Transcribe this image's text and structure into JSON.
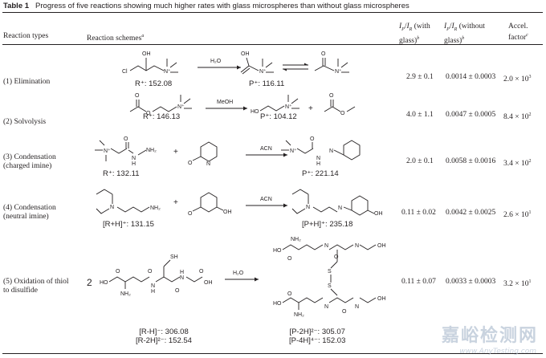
{
  "caption": {
    "label": "Table 1",
    "text": "Progress of five reactions showing much higher rates with glass microspheres than without glass microspheres"
  },
  "headers": {
    "type": "Reaction types",
    "schemes": "Reaction schemes",
    "schemes_sup": "a",
    "with_glass_1": "I",
    "with_glass_p": "P",
    "with_glass_r": "R",
    "with_glass_2": " (with",
    "with_glass_3": "glass)",
    "with_glass_sup": "b",
    "without_glass_2": " (without",
    "without_glass_3": "glass)",
    "without_glass_sup": "b",
    "accel_1": "Accel.",
    "accel_2": "factor",
    "accel_sup": "c"
  },
  "rows": [
    {
      "type_1": "(1) Elimination",
      "type_2": "",
      "reactant_label": "R⁺: 152.08",
      "product_label": "P⁺: 116.11",
      "reagent": "H₂O",
      "with_glass": "2.9 ± 0.1",
      "without_glass": "0.0014 ± 0.0003",
      "accel_base": "2.0 × 10",
      "accel_exp": "3"
    },
    {
      "type_1": "(2) Solvolysis",
      "type_2": "",
      "reactant_label": "R⁺: 146.13",
      "product_label": "P⁺: 104.12",
      "reagent": "MeOH",
      "with_glass": "4.0 ± 1.1",
      "without_glass": "0.0047 ± 0.0005",
      "accel_base": "8.4 × 10",
      "accel_exp": "2"
    },
    {
      "type_1": "(3) Condensation",
      "type_2": "(charged imine)",
      "reactant_label": "R⁺: 132.11",
      "product_label": "P⁺: 221.14",
      "reagent": "ACN",
      "with_glass": "2.0 ± 0.1",
      "without_glass": "0.0058 ± 0.0016",
      "accel_base": "3.4 × 10",
      "accel_exp": "2"
    },
    {
      "type_1": "(4) Condensation",
      "type_2": "(neutral imine)",
      "reactant_label": "[R+H]⁺: 131.15",
      "product_label": "[P+H]⁺: 235.18",
      "reagent": "ACN",
      "with_glass": "0.11 ± 0.02",
      "without_glass": "0.0042 ± 0.0025",
      "accel_base": "2.6 × 10",
      "accel_exp": "1"
    },
    {
      "type_1": "(5) Oxidation of thiol",
      "type_2": "to disulfide",
      "reactant_label": "[R-H]⁻: 306.08",
      "reactant_label_2": "[R-2H]²⁻: 152.54",
      "product_label": "[P-2H]²⁻: 305.07",
      "product_label_2": "[P-4H]⁴⁻: 152.03",
      "reagent": "H₂O",
      "coefficient": "2",
      "with_glass": "0.11 ± 0.07",
      "without_glass": "0.0033 ± 0.0003",
      "accel_base": "3.2 × 10",
      "accel_exp": "1"
    }
  ],
  "atoms": {
    "oh": "OH",
    "ho": "HO",
    "o": "O",
    "cl": "Cl",
    "n_plus": "N⁺",
    "n": "N",
    "nh2": "NH₂",
    "h": "H",
    "s": "S",
    "sh": "SH",
    "plus_sign": "+"
  },
  "watermark": {
    "cn": "嘉峪检测网",
    "en": "www.AnyTesting.com"
  }
}
